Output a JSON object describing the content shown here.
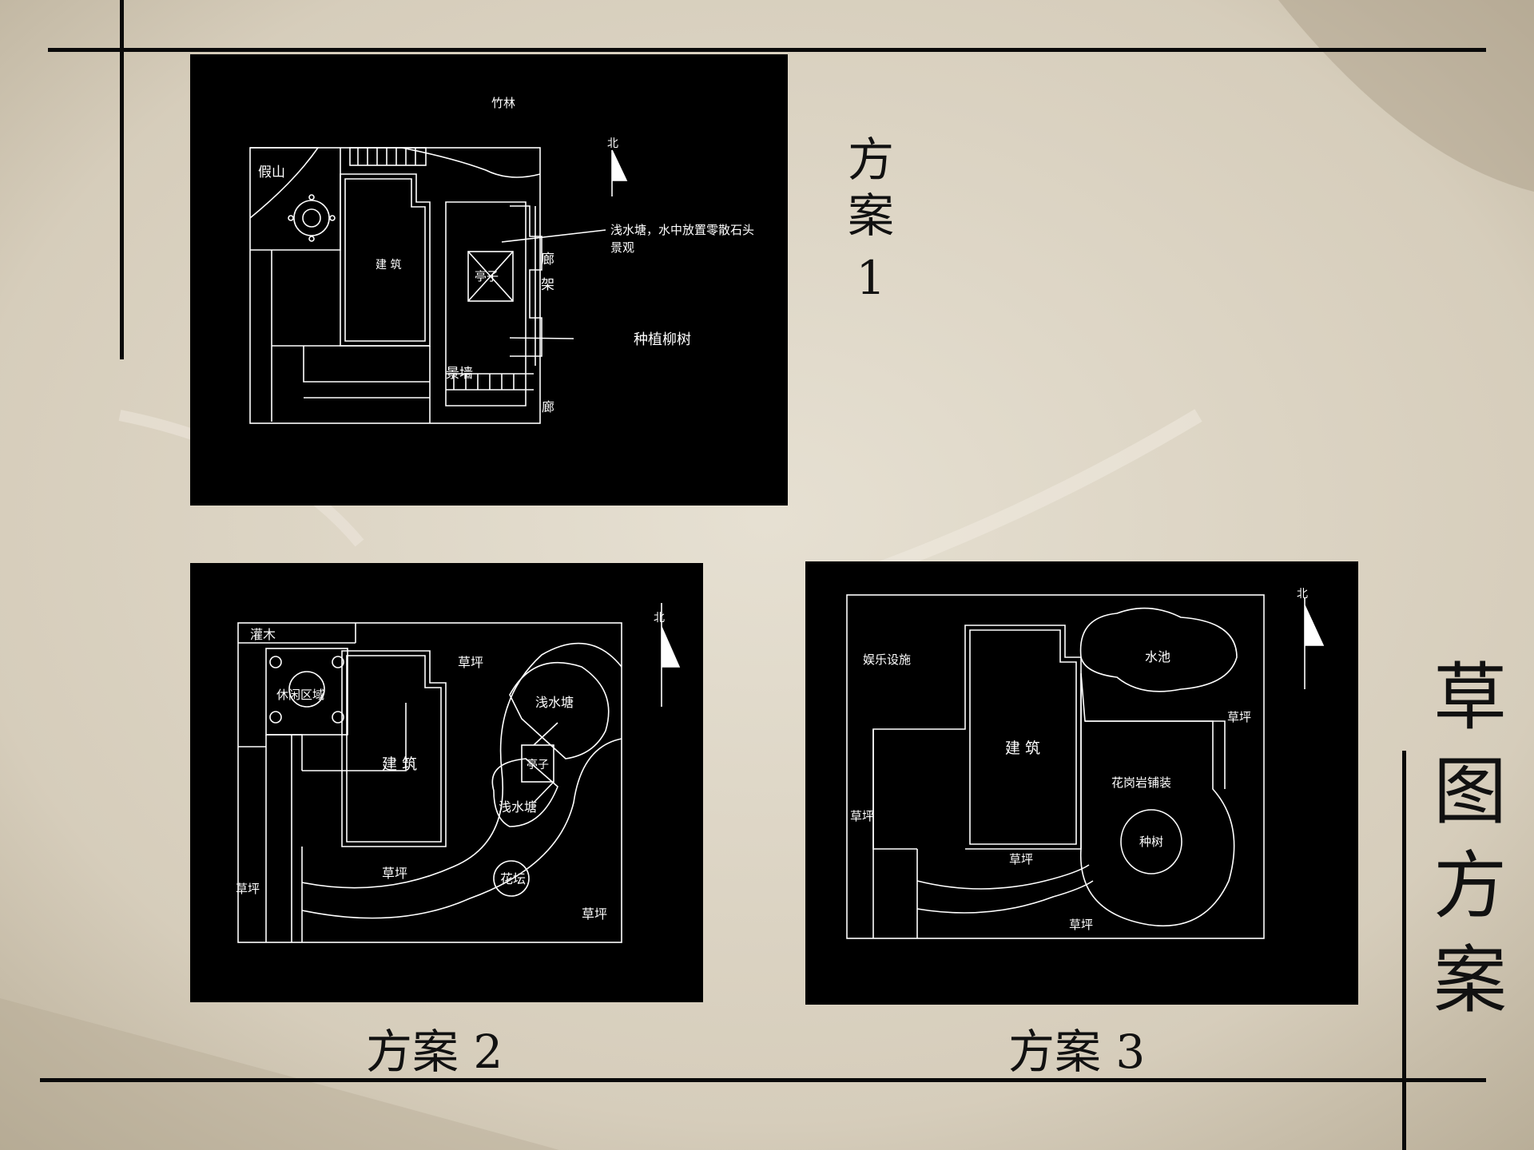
{
  "colors": {
    "paper": "#d9d1c1",
    "ink": "#111111",
    "panel": "#000000",
    "line": "#ffffff"
  },
  "slide": {
    "title": "草图方案"
  },
  "plans": {
    "p1": {
      "caption_a": "方案",
      "caption_b": "1",
      "labels": {
        "bamboo": "竹林",
        "rockery": "假山",
        "building": "建 筑",
        "pavilion": "亭子",
        "trellis_a": "廊",
        "trellis_b": "架",
        "pond": "浅水塘，水中放置零散石头",
        "pond2": "景观",
        "willow": "种植柳树",
        "wall": "景墙",
        "corridor": "廊"
      },
      "north": "北"
    },
    "p2": {
      "caption": "方案 2",
      "labels": {
        "shrub": "灌木",
        "leisure": "休闲区域",
        "building": "建 筑",
        "lawn_top": "草坪",
        "pond_top": "浅水塘",
        "pavilion": "亭子",
        "pond_bottom": "浅水塘",
        "lawn_mid": "草坪",
        "flower": "花坛",
        "lawn_left": "草坪",
        "lawn_right": "草坪"
      },
      "north": "北"
    },
    "p3": {
      "caption": "方案 3",
      "labels": {
        "amuse": "娱乐设施",
        "pool": "水池",
        "building": "建 筑",
        "lawn_right": "草坪",
        "flowerbed": "花岗岩铺装",
        "tree": "种树",
        "lawn_left": "草坪",
        "lawn_mid": "草坪",
        "lawn_bottom": "草坪"
      },
      "north": "北"
    }
  }
}
